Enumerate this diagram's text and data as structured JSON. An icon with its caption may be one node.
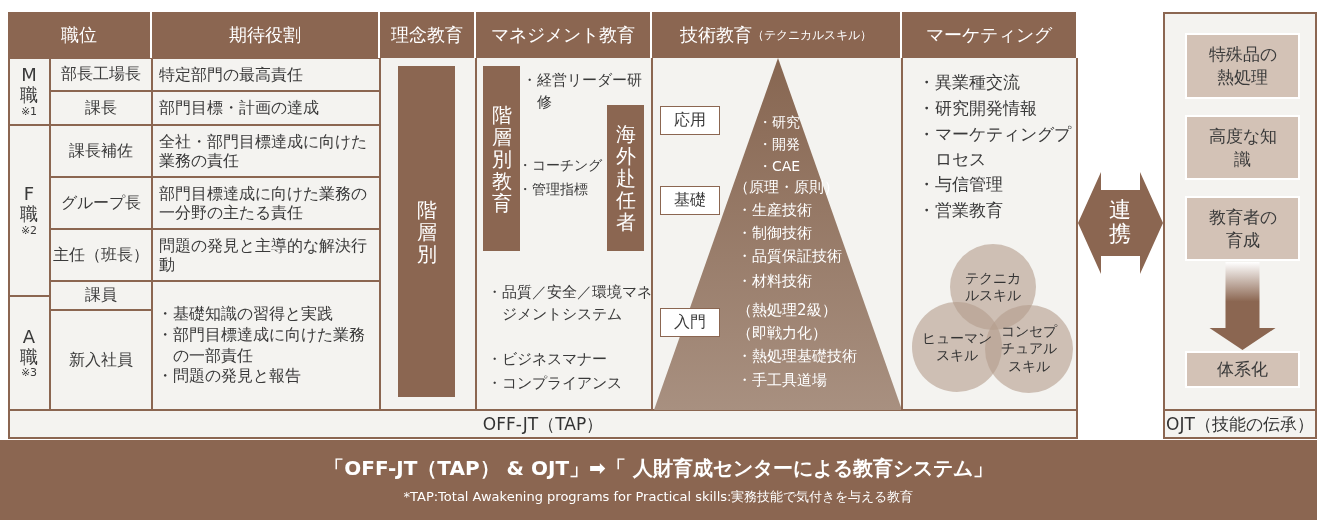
{
  "diagram": {
    "nodes": [
      {
        "text": [
          "OFF-JT（TAP）"
        ]
      },
      {
        "text": [
          "職位"
        ],
        "in": 0
      },
      {
        "text": [
          "期待役割"
        ],
        "in": 0
      },
      {
        "text": [
          "理念教育"
        ],
        "in": 0
      },
      {
        "text": [
          "マネジメント教育"
        ],
        "in": 0
      },
      {
        "text": [
          "技術教育",
          "（テクニカルスキル）"
        ],
        "in": 0
      },
      {
        "text": [
          "マーケティング"
        ],
        "in": 0
      },
      {
        "text": [
          "M職",
          "※1"
        ],
        "in": 0
      },
      {
        "text": [
          "部長工場長"
        ],
        "in": 0
      },
      {
        "text": [
          "特定部門の最高責任"
        ],
        "in": 0
      },
      {
        "text": [
          "課長"
        ],
        "in": 0
      },
      {
        "text": [
          "部門目標・計画の達成"
        ],
        "in": 0
      },
      {
        "text": [
          "F職",
          "※2"
        ],
        "in": 0
      },
      {
        "text": [
          "課長補佐"
        ],
        "in": 0
      },
      {
        "text": [
          "全社・部門目標達成に向けた業務の責任"
        ],
        "in": 0
      },
      {
        "text": [
          "グループ長"
        ],
        "in": 0
      },
      {
        "text": [
          "部門目標達成に向けた業務の一分野の主たる責任"
        ],
        "in": 0
      },
      {
        "text": [
          "主任（班長）"
        ],
        "in": 0
      },
      {
        "text": [
          "問題の発見と主導的な解決行動"
        ],
        "in": 0
      },
      {
        "text": [
          "A職",
          "※3"
        ],
        "in": 0
      },
      {
        "text": [
          "課員"
        ],
        "in": 0
      },
      {
        "text": [
          "新入社員"
        ],
        "in": 0
      },
      {
        "text": [
          "・基礎知識の習得と実践",
          "・部門目標達成に向けた業務の一部責任",
          "・問題の発見と報告"
        ],
        "in": 0
      },
      {
        "text": [
          "階層別"
        ],
        "in": 0
      },
      {
        "text": [
          "階層別教育"
        ],
        "in": 0
      },
      {
        "text": [
          "海外赴任者"
        ],
        "in": 0
      },
      {
        "text": [
          "・研究",
          "・開発",
          "・CAE",
          "（原理・原則）",
          "・生産技術",
          "・制御技術",
          "・品質保証技術",
          "・材料技術",
          "（熱処理2級）",
          "（即戦力化）",
          "・熱処理基礎技術",
          "・手工具道場"
        ],
        "in": 0
      },
      {
        "text": [
          "応用"
        ],
        "in": 0
      },
      {
        "text": [
          "基礎"
        ],
        "in": 0
      },
      {
        "text": [
          "入門"
        ],
        "in": 26
      },
      {
        "text": [
          "テクニカルスキル"
        ],
        "in": 0
      },
      {
        "text": [
          "ヒューマンスキル"
        ],
        "in": 0
      },
      {
        "text": [
          "コンセプチュアルスキル"
        ],
        "in": 0
      },
      {
        "text": [
          "OJT（技能の伝承）"
        ]
      },
      {
        "text": [
          "特殊品の熱処理"
        ],
        "in": 33
      },
      {
        "text": [
          "高度な知識"
        ],
        "in": 33
      },
      {
        "text": [
          "教育者の育成"
        ],
        "in": 33
      },
      {
        "text": [
          "体系化"
        ],
        "in": 33
      },
      {
        "text": [
          "「OFF-JT（TAP） & OJT」➡「 人財育成センターによる教育システム」",
          "*TAP:Total Awakening programs for Practical skills:実務技能で気付きを与える教育"
        ]
      }
    ],
    "edges": [
      {
        "from": 0,
        "to": 33,
        "arrow": "both",
        "label": "連携",
        "style": "thick"
      },
      {
        "from": 36,
        "to": 37,
        "arrow": "to",
        "style": "thick"
      }
    ],
    "labels": [
      "・経営リーダー研修",
      "・コーチング",
      "・管理指標",
      "・品質／安全／環境マネジメントシステム",
      "・ビジネスマナー",
      "・コンプライアンス",
      "・異業種交流",
      "・研究開発情報",
      "・マーケティングプロセス",
      "・与信管理",
      "・営業教育"
    ]
  }
}
